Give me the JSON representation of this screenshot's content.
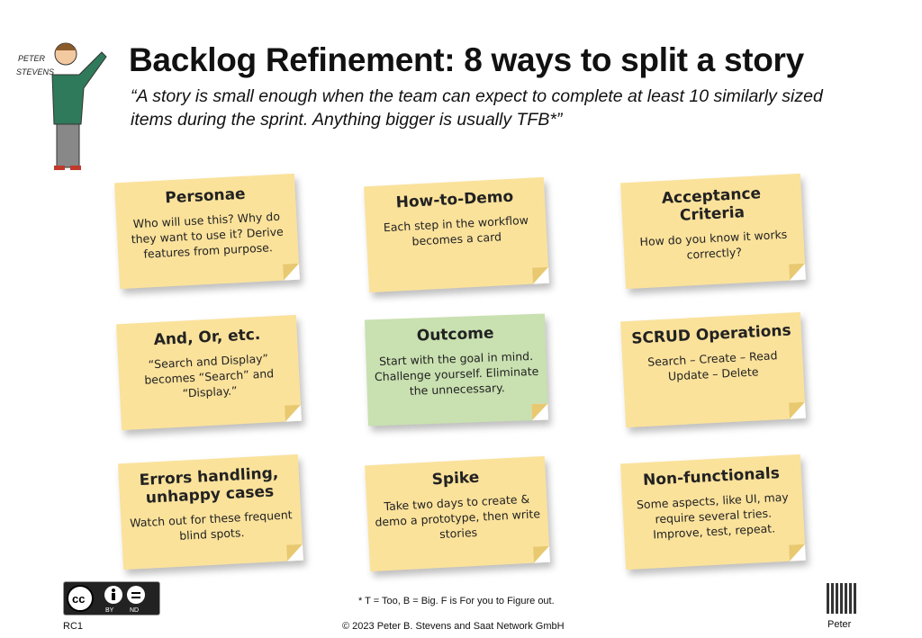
{
  "header": {
    "title": "Backlog Refinement: 8 ways to split a story",
    "quote": "“A story is small enough when the team can expect to complete at least 10 similarly sized items during the sprint. Anything bigger is usually TFB*”",
    "avatar_label": "PETER STEVENS"
  },
  "notes": [
    {
      "title": "Personae",
      "text": "Who will use this? Why do they want to use it? Derive features from purpose."
    },
    {
      "title": "How-to-Demo",
      "text": "Each step in the workflow becomes a card"
    },
    {
      "title": "Acceptance Criteria",
      "text": "How do you know it works correctly?"
    },
    {
      "title": "And, Or, etc.",
      "text": "“Search and Display” becomes “Search” and “Display.”"
    },
    {
      "title": "Outcome",
      "text": "Start with the goal in mind. Challenge yourself. Eliminate the unnecessary."
    },
    {
      "title": "SCRUD Operations",
      "text": "Search – Create – Read Update – Delete"
    },
    {
      "title": "Errors handling, unhappy cases",
      "text": "Watch out for these frequent blind spots."
    },
    {
      "title": "Spike",
      "text": "Take two days to create & demo a prototype, then write stories"
    },
    {
      "title": "Non-functionals",
      "text": "Some aspects, like UI, may require several tries. Improve, test, repeat."
    }
  ],
  "footer": {
    "footnote": "* T = Too, B = Big. F is For you to Figure out.",
    "copyright": "© 2023 Peter B. Stevens and Saat Network GmbH",
    "version": "RC1",
    "qr_label": "Peter",
    "license": "cc BY ND"
  },
  "colors": {
    "yellow": "#fbe29b",
    "green": "#c9e0b0"
  }
}
